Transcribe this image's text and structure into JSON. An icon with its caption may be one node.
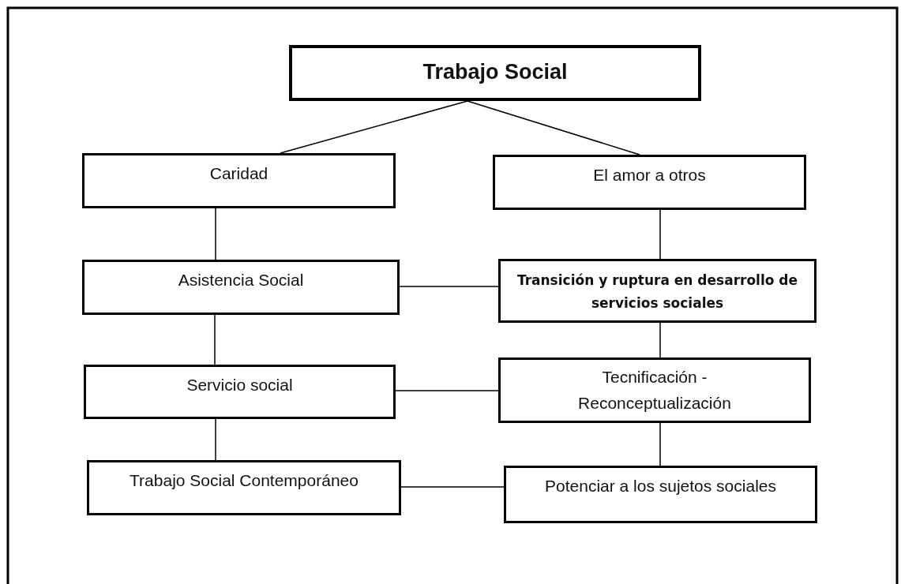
{
  "diagram": {
    "nodes": [
      {
        "text": [
          "Trabajo Social"
        ]
      },
      {
        "text": [
          "Caridad"
        ]
      },
      {
        "text": [
          "El amor a otros"
        ]
      },
      {
        "text": [
          "Asistencia Social"
        ]
      },
      {
        "text": [
          "Transición y ruptura en desarrollo de servicios sociales"
        ]
      },
      {
        "text": [
          "Servicio social"
        ]
      },
      {
        "text": [
          "Tecnificación - Reconceptualización"
        ]
      },
      {
        "text": [
          "Trabajo Social Contemporáneo"
        ]
      },
      {
        "text": [
          "Potenciar a los sujetos sociales"
        ]
      }
    ],
    "edges": [
      {
        "from": 0,
        "to": 1,
        "arrow": "none"
      },
      {
        "from": 0,
        "to": 2,
        "arrow": "none"
      },
      {
        "from": 1,
        "to": 3,
        "arrow": "none"
      },
      {
        "from": 2,
        "to": 4,
        "arrow": "none"
      },
      {
        "from": 3,
        "to": 4,
        "arrow": "none"
      },
      {
        "from": 3,
        "to": 5,
        "arrow": "none"
      },
      {
        "from": 4,
        "to": 6,
        "arrow": "none"
      },
      {
        "from": 5,
        "to": 6,
        "arrow": "none"
      },
      {
        "from": 5,
        "to": 7,
        "arrow": "none"
      },
      {
        "from": 6,
        "to": 8,
        "arrow": "none"
      },
      {
        "from": 7,
        "to": 8,
        "arrow": "none"
      }
    ]
  }
}
